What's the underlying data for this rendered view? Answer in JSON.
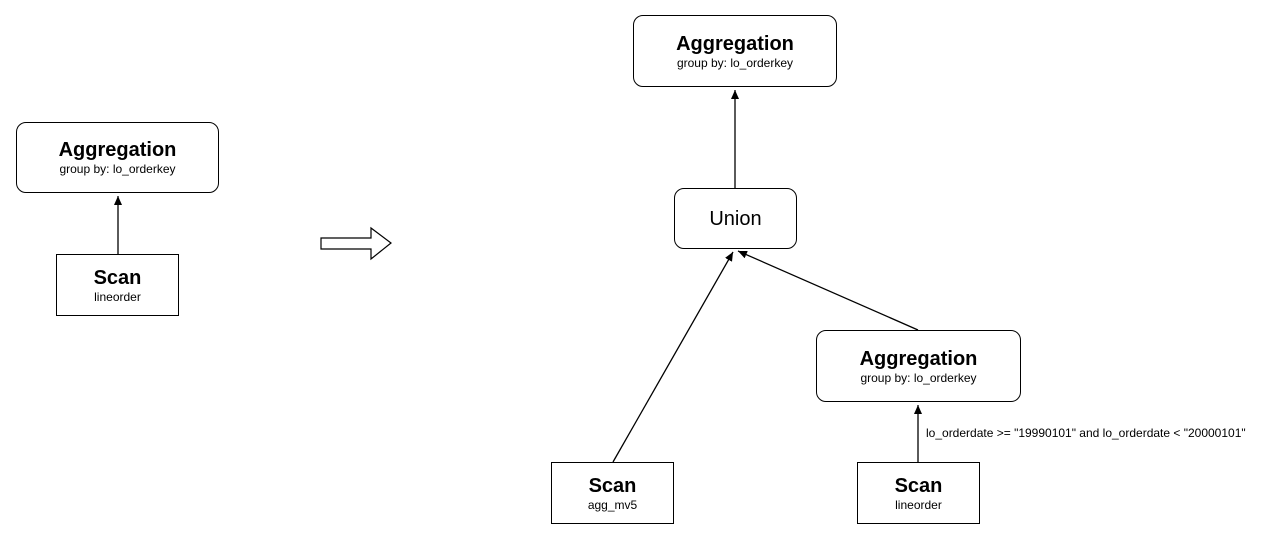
{
  "before": {
    "aggregation": {
      "title": "Aggregation",
      "subtitle": "group by: lo_orderkey"
    },
    "scan": {
      "title": "Scan",
      "subtitle": "lineorder"
    }
  },
  "after": {
    "top_aggregation": {
      "title": "Aggregation",
      "subtitle": "group by: lo_orderkey"
    },
    "union": {
      "label": "Union"
    },
    "scan_mv": {
      "title": "Scan",
      "subtitle": "agg_mv5"
    },
    "inner_aggregation": {
      "title": "Aggregation",
      "subtitle": "group by: lo_orderkey"
    },
    "scan_lineorder": {
      "title": "Scan",
      "subtitle": "lineorder"
    },
    "filter_label": "lo_orderdate >= \"19990101\" and lo_orderdate < \"20000101\""
  }
}
